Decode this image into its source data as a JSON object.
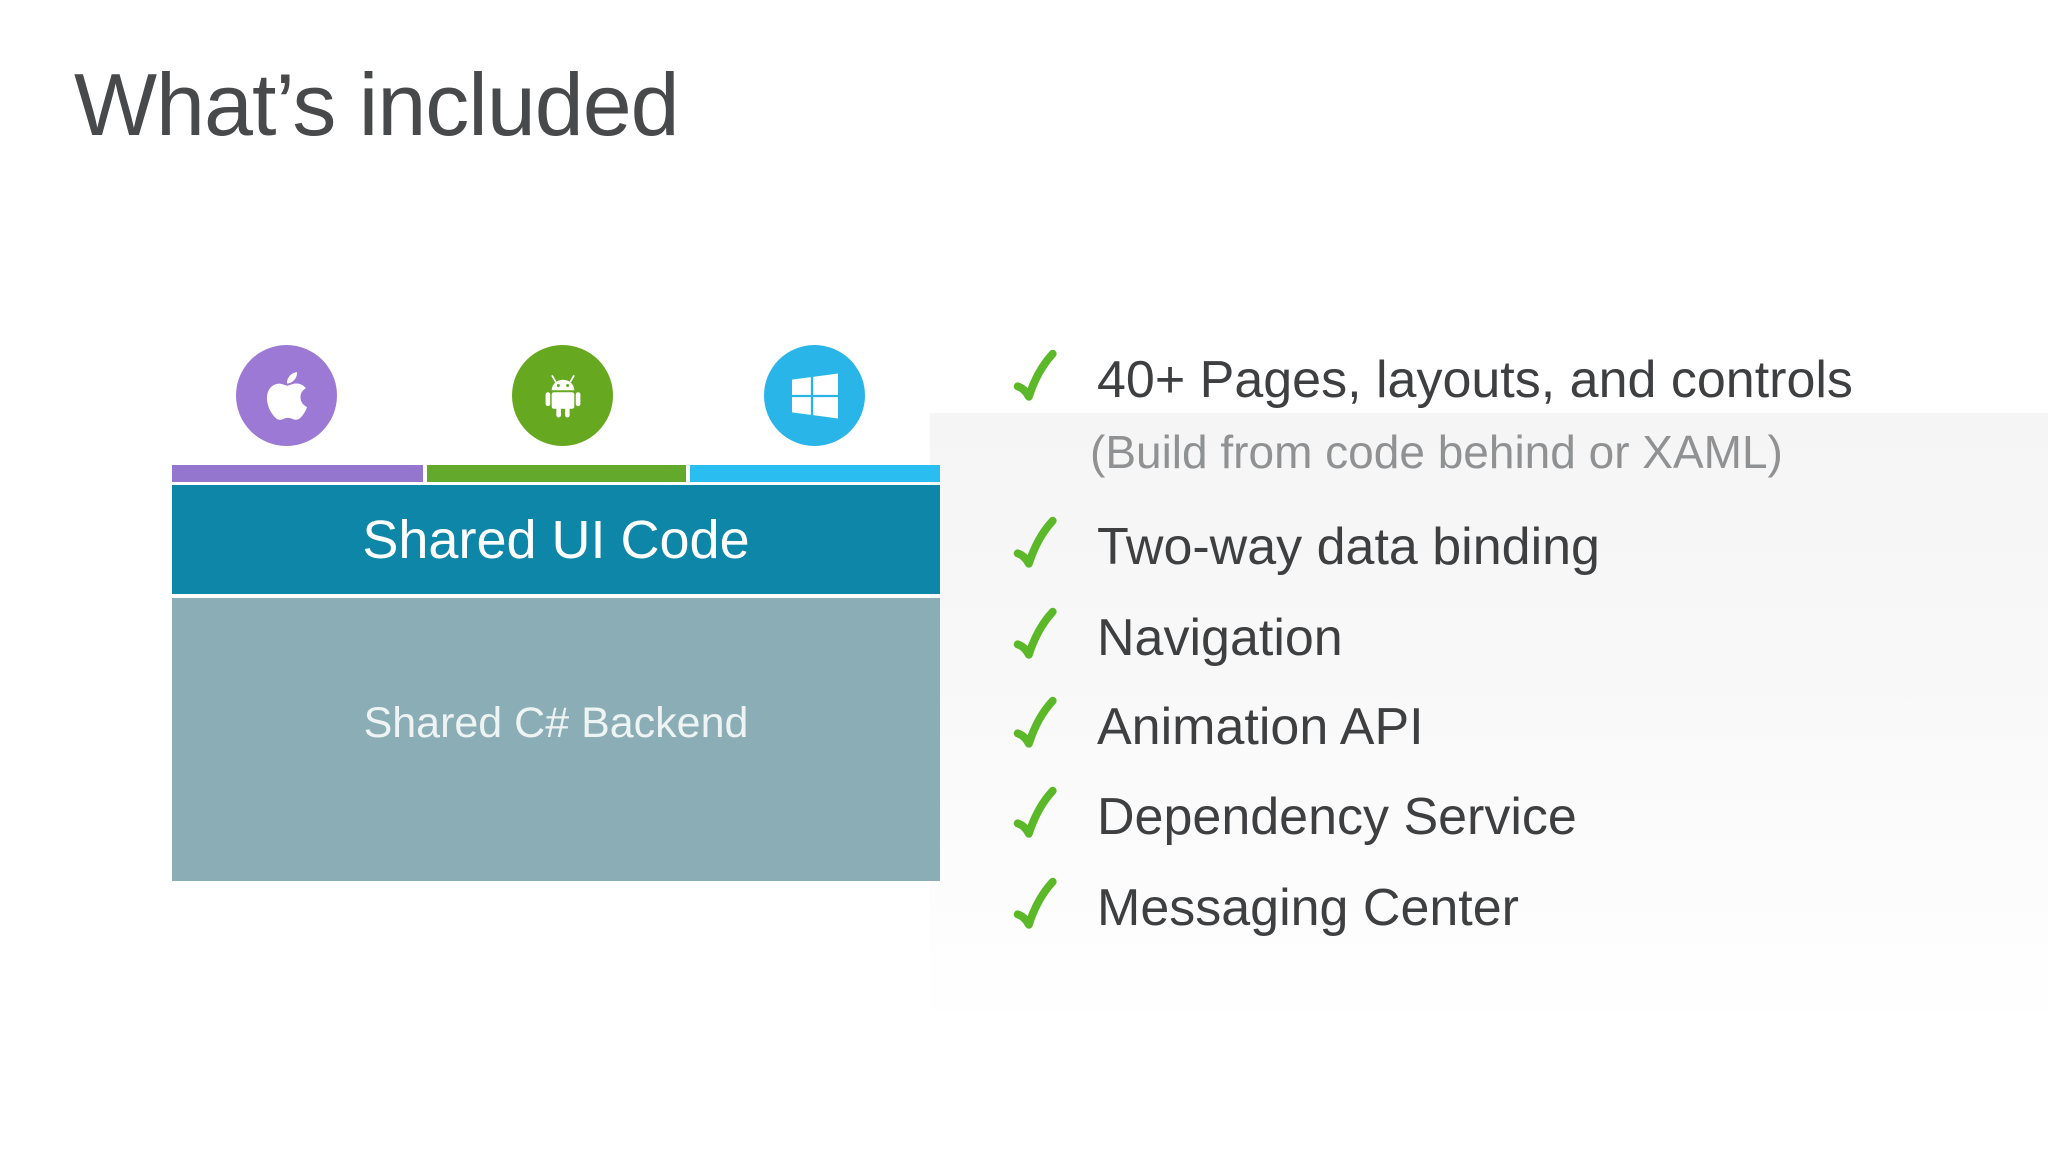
{
  "slide": {
    "title": "What’s included",
    "diagram": {
      "platforms": [
        {
          "name": "apple",
          "circle_color": "#9b79d4",
          "bar_color": "#9476cf"
        },
        {
          "name": "android",
          "circle_color": "#66a81f",
          "bar_color": "#63a92c"
        },
        {
          "name": "windows",
          "circle_color": "#29b5e8",
          "bar_color": "#2abdef"
        }
      ],
      "ui_box": {
        "label": "Shared UI Code",
        "color": "#0e86a8",
        "text_color": "#ffffff"
      },
      "backend_box": {
        "label": "Shared C# Backend",
        "color": "#8badb5",
        "text_color": "#eef3f4"
      }
    },
    "checklist": {
      "check_color": "#5bb829",
      "items": [
        {
          "text": "40+ Pages, layouts, and controls",
          "checked": true,
          "muted": false
        },
        {
          "text": "(Build from code behind or XAML)",
          "checked": false,
          "muted": true
        },
        {
          "text": "Two-way data binding",
          "checked": true,
          "muted": false
        },
        {
          "text": "Navigation",
          "checked": true,
          "muted": false
        },
        {
          "text": "Animation API",
          "checked": true,
          "muted": false
        },
        {
          "text": "Dependency Service",
          "checked": true,
          "muted": false
        },
        {
          "text": "Messaging Center",
          "checked": true,
          "muted": false
        }
      ]
    }
  }
}
